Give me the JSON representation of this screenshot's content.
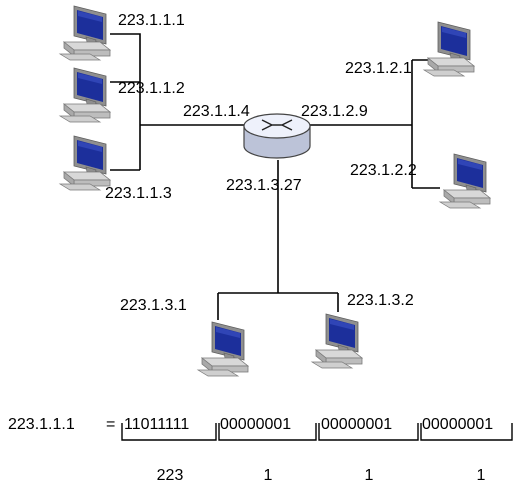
{
  "colors": {
    "line": "#000000",
    "text": "#000000",
    "monitor_frame": "#8f8f8f",
    "monitor_screen": "#1c2f9b",
    "case": "#d8d8d8",
    "router_top": "#eef1fb",
    "router_side": "#bcc3d8"
  },
  "icons": {
    "host": "desktop-computer-icon",
    "router": "router-icon"
  },
  "subnet_left": {
    "hosts": [
      "223.1.1.1",
      "223.1.1.2",
      "223.1.1.3"
    ],
    "router_interface": "223.1.1.4"
  },
  "subnet_right": {
    "hosts": [
      "223.1.2.1",
      "223.1.2.2"
    ],
    "router_interface": "223.1.2.9"
  },
  "subnet_bottom": {
    "hosts": [
      "223.1.3.1",
      "223.1.3.2"
    ],
    "router_interface": "223.1.3.27"
  },
  "binary": {
    "address": "223.1.1.1",
    "equals": "=",
    "octets": [
      "11011111",
      "00000001",
      "00000001",
      "00000001"
    ],
    "decimals": [
      "223",
      "1",
      "1",
      "1"
    ]
  }
}
